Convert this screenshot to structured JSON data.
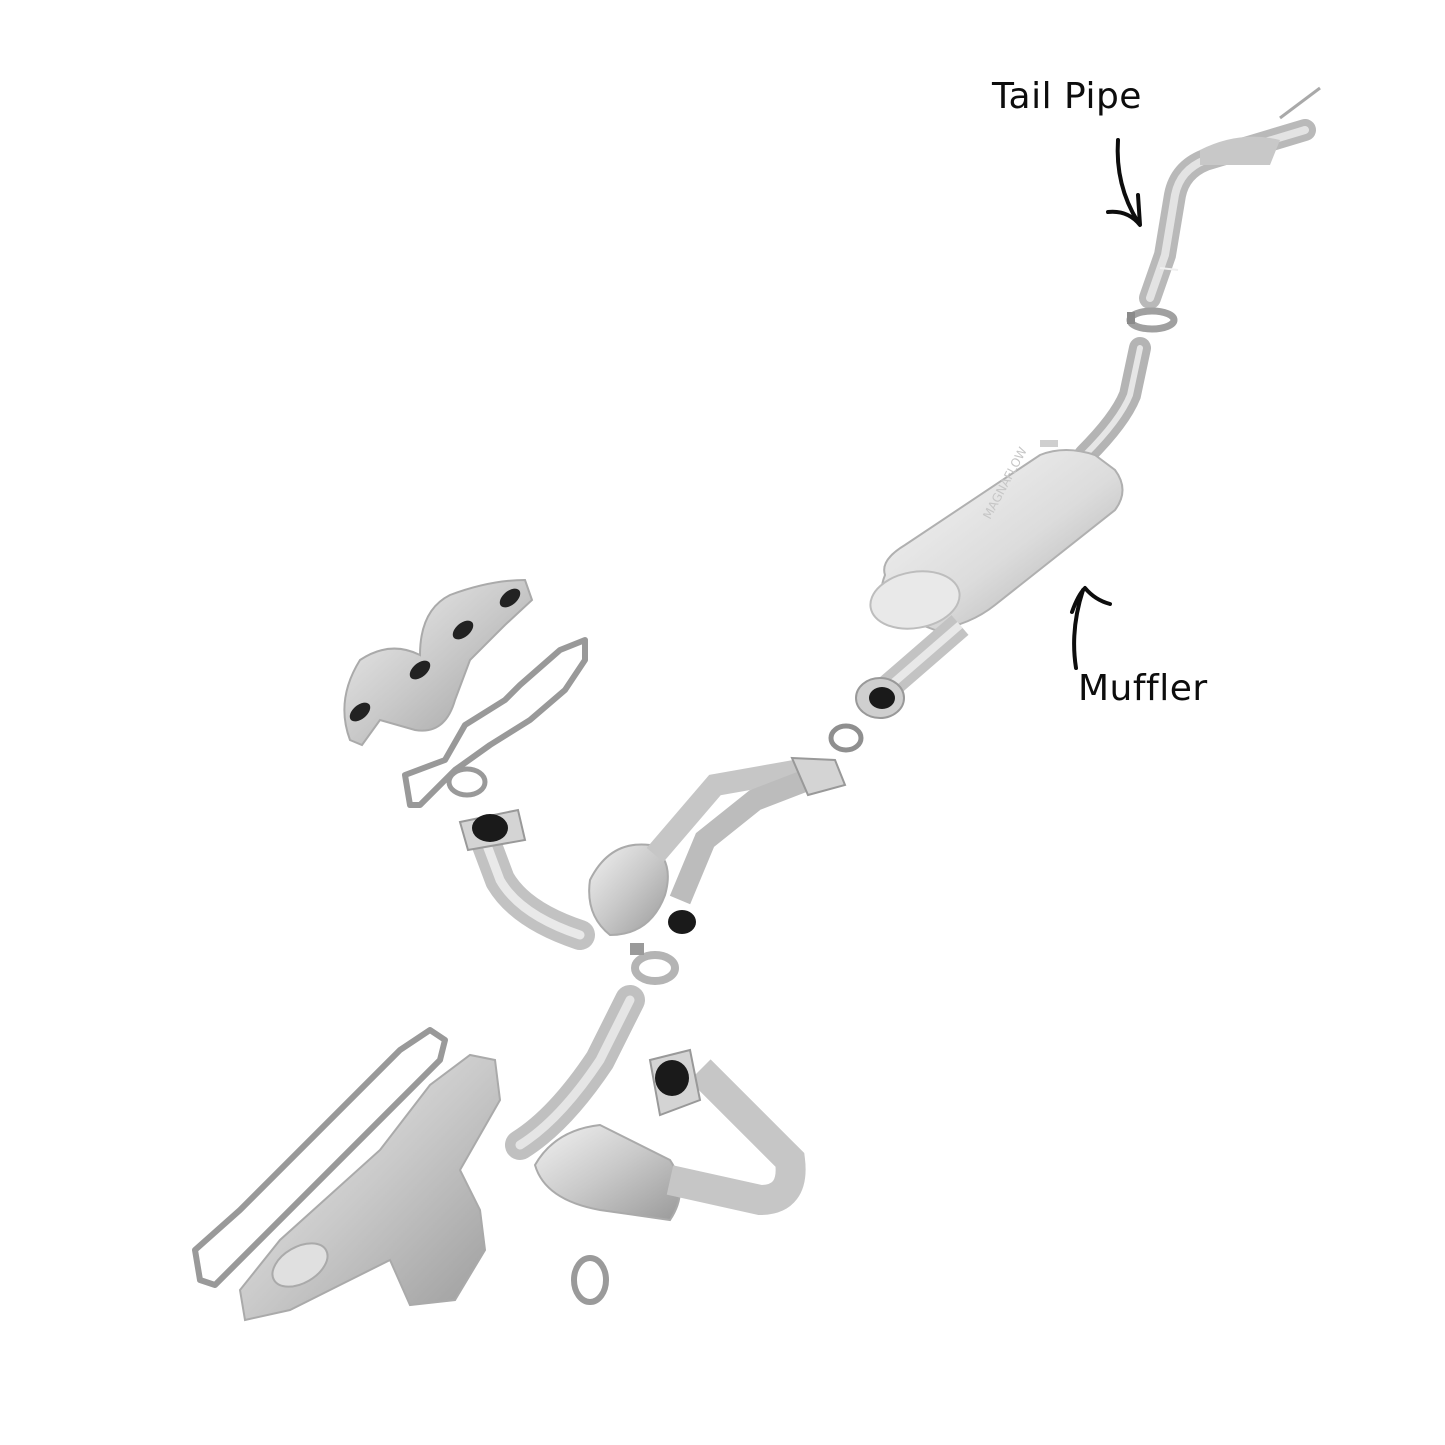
{
  "annotations": {
    "tail_pipe": {
      "label": "Tail Pipe"
    },
    "muffler": {
      "label": "Muffler"
    }
  },
  "parts": [
    "tail-pipe",
    "tail-pipe-clamp",
    "intermediate-pipe",
    "muffler",
    "muffler-inlet-flange",
    "flange-gasket-ring",
    "y-pipe-with-catalytic-converter",
    "band-clamp",
    "upper-exhaust-manifold",
    "upper-manifold-gasket",
    "upper-donut-gasket",
    "lower-exhaust-manifold",
    "lower-manifold-gasket",
    "front-catalytic-converter-pipe",
    "lower-donut-gasket"
  ],
  "colors": {
    "background": "#ffffff",
    "label_text": "#0d0d0d",
    "metal_light": "#e8e8e8",
    "metal_mid": "#c4c4c4",
    "metal_dark": "#8f8f8f",
    "gasket": "#9a9a9a",
    "opening": "#1a1a1a"
  }
}
